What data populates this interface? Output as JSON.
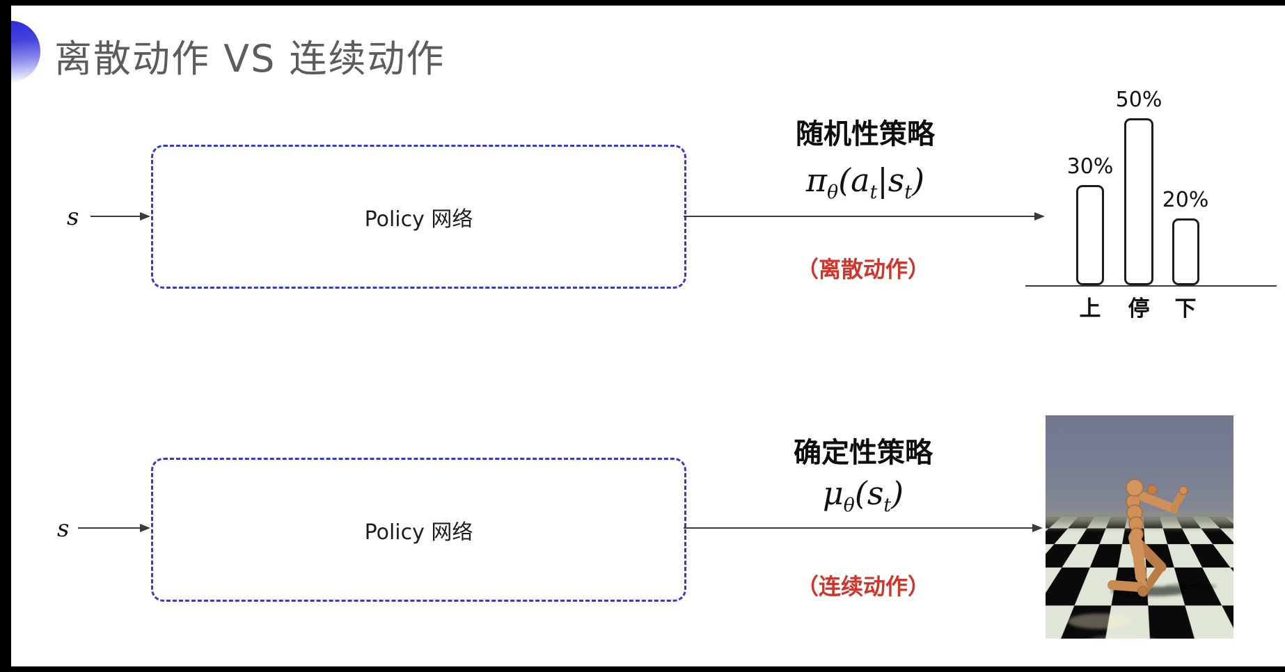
{
  "slide": {
    "title": "离散动作 VS 连续动作",
    "accent_color": "#3838d0",
    "annotation_color": "#d0342b"
  },
  "top_flow": {
    "input_label": "s",
    "box_label": "Policy 网络",
    "policy_type": "随机性策略",
    "formula": {
      "p0": "π",
      "p1": "θ",
      "p2": "(a",
      "p3": "t",
      "p4": "|s",
      "p5": "t",
      "p6": ")"
    },
    "annotation": "（离散动作）"
  },
  "bottom_flow": {
    "input_label": "s",
    "box_label": "Policy 网络",
    "policy_type": "确定性策略",
    "formula": {
      "p0": "μ",
      "p1": "θ",
      "p2": "(s",
      "p3": "t",
      "p4": ")"
    },
    "annotation": "（连续动作）"
  },
  "chart_data": {
    "type": "bar",
    "categories": [
      "上",
      "停",
      "下"
    ],
    "values": [
      30,
      50,
      20
    ],
    "value_labels": [
      "30%",
      "50%",
      "20%"
    ],
    "title": "",
    "xlabel": "",
    "ylabel": "",
    "ylim": [
      0,
      55
    ],
    "grid": false,
    "legend": false,
    "bar_style": "white fill, black rounded outline"
  }
}
